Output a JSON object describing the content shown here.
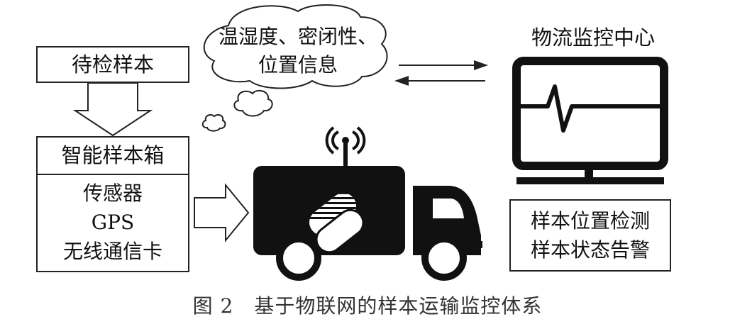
{
  "sample_box": {
    "label": "待检样本"
  },
  "smart_box": {
    "title": "智能样本箱",
    "items": [
      "传感器",
      "GPS",
      "无线通信卡"
    ]
  },
  "cloud": {
    "line1": "温湿度、密闭性、",
    "line2": "位置信息"
  },
  "center": {
    "title": "物流监控中心",
    "functions": [
      "样本位置检测",
      "样本状态告警"
    ]
  },
  "caption": "图 2　基于物联网的样本运输监控体系"
}
